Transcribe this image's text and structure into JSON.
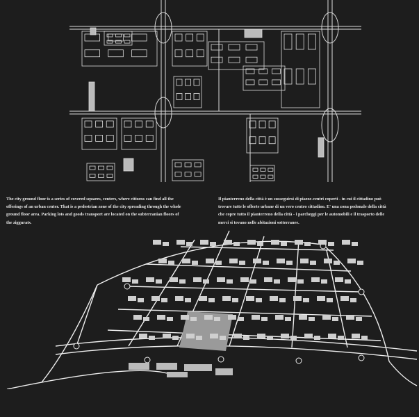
{
  "caption_english": {
    "lines": [
      "The city ground floor is a series of covered squares, centers, where citizens can find all the",
      "offerings of an urban center. That is a pedestrian zone of the city spreading through the whole",
      "ground floor area. Parking lots and goods transport are located on the subterranian floors of",
      "the ziggurats."
    ]
  },
  "caption_italian": {
    "lines": [
      "Il pianterreno della città è un susseguirsi di piazze-centri coperti - in cui il cittadino può",
      "trovare tutte le offerte urbane di un vero centro cittadino. E' una zona pedonale della città",
      "che copre tutto il pianterreno della città - i parcheggi per le automobili e il trasporto delle",
      "merci si tovano nelle abitazioni sotterranee."
    ]
  },
  "colors": {
    "background": "#1d1d1d",
    "lines": "#e6e6e6"
  }
}
